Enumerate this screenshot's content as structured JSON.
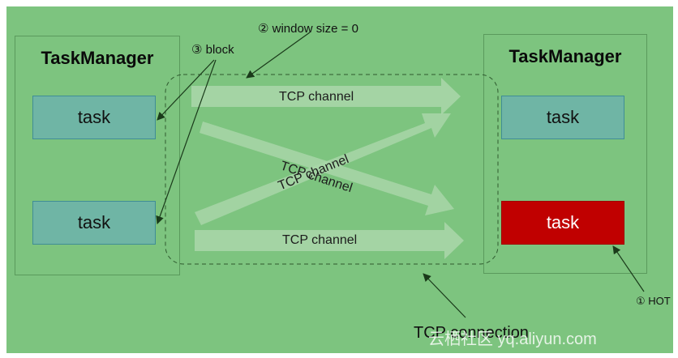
{
  "left": {
    "title": "TaskManager",
    "task_top": "task",
    "task_bottom": "task"
  },
  "right": {
    "title": "TaskManager",
    "task_top": "task",
    "task_hot": "task"
  },
  "channels": {
    "top": "TCP channel",
    "cross_a": "TCP channel",
    "cross_b": "TCP channel",
    "bottom": "TCP channel"
  },
  "annotations": {
    "block": "③  block",
    "window": "② window size = 0",
    "hot": "① HOT",
    "connection": "TCP connection"
  },
  "watermark": "云栖社区 yq.aliyun.com",
  "colors": {
    "background": "#7dc47f",
    "task": "#6fb5a5",
    "hot_task": "#c00000",
    "channel": "#a8d6a8"
  }
}
